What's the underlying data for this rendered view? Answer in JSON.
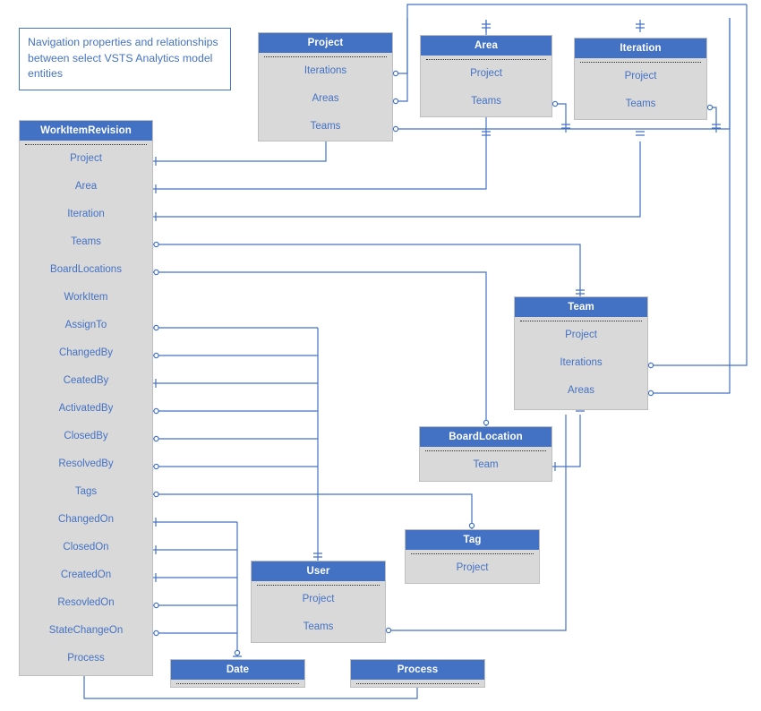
{
  "diagram": {
    "title_note": "Navigation properties and relationships between select VSTS Analytics model entities",
    "colors": {
      "header": "#4372C4",
      "body": "#D9D9D9",
      "text": "#4472C4",
      "line": "#4472C4",
      "border": "#BFBFBF"
    }
  },
  "entities": [
    {
      "name": "WorkItemRevision",
      "fields": [
        "Project",
        "Area",
        "Iteration",
        "Teams",
        "BoardLocations",
        "WorkItem",
        "AssignTo",
        "ChangedBy",
        "CeatedBy",
        "ActivatedBy",
        "ClosedBy",
        "ResolvedBy",
        "Tags",
        "ChangedOn",
        "ClosedOn",
        "CreatedOn",
        "ResovledOn",
        "StateChangeOn",
        "Process"
      ]
    },
    {
      "name": "Project",
      "fields": [
        "Iterations",
        "Areas",
        "Teams"
      ]
    },
    {
      "name": "Area",
      "fields": [
        "Project",
        "Teams"
      ]
    },
    {
      "name": "Iteration",
      "fields": [
        "Project",
        "Teams"
      ]
    },
    {
      "name": "Team",
      "fields": [
        "Project",
        "Iterations",
        "Areas"
      ]
    },
    {
      "name": "BoardLocation",
      "fields": [
        "Team"
      ]
    },
    {
      "name": "Tag",
      "fields": [
        "Project"
      ]
    },
    {
      "name": "User",
      "fields": [
        "Project",
        "Teams"
      ]
    },
    {
      "name": "Date",
      "fields": []
    },
    {
      "name": "Process",
      "fields": []
    }
  ],
  "relationships": [
    {
      "from": "WorkItemRevision.Project",
      "to": "Project"
    },
    {
      "from": "WorkItemRevision.Area",
      "to": "Area"
    },
    {
      "from": "WorkItemRevision.Iteration",
      "to": "Iteration"
    },
    {
      "from": "WorkItemRevision.Teams",
      "to": "Team"
    },
    {
      "from": "WorkItemRevision.BoardLocations",
      "to": "BoardLocation"
    },
    {
      "from": "WorkItemRevision.AssignTo",
      "to": "User"
    },
    {
      "from": "WorkItemRevision.ChangedBy",
      "to": "User"
    },
    {
      "from": "WorkItemRevision.CeatedBy",
      "to": "User"
    },
    {
      "from": "WorkItemRevision.ActivatedBy",
      "to": "User"
    },
    {
      "from": "WorkItemRevision.ClosedBy",
      "to": "User"
    },
    {
      "from": "WorkItemRevision.ResolvedBy",
      "to": "User"
    },
    {
      "from": "WorkItemRevision.Tags",
      "to": "Tag"
    },
    {
      "from": "WorkItemRevision.ChangedOn",
      "to": "Date"
    },
    {
      "from": "WorkItemRevision.ClosedOn",
      "to": "Date"
    },
    {
      "from": "WorkItemRevision.CreatedOn",
      "to": "Date"
    },
    {
      "from": "WorkItemRevision.ResovledOn",
      "to": "Date"
    },
    {
      "from": "WorkItemRevision.StateChangeOn",
      "to": "Date"
    },
    {
      "from": "WorkItemRevision.Process",
      "to": "Process"
    },
    {
      "from": "Project.Iterations",
      "to": "Iteration"
    },
    {
      "from": "Project.Areas",
      "to": "Area"
    },
    {
      "from": "Project.Teams",
      "to": "Team"
    },
    {
      "from": "Area.Teams",
      "to": "Team"
    },
    {
      "from": "Iteration.Teams",
      "to": "Team"
    },
    {
      "from": "Team.Iterations",
      "to": "Iteration"
    },
    {
      "from": "Team.Areas",
      "to": "Area"
    },
    {
      "from": "BoardLocation.Team",
      "to": "Team"
    },
    {
      "from": "User.Teams",
      "to": "Team"
    }
  ]
}
